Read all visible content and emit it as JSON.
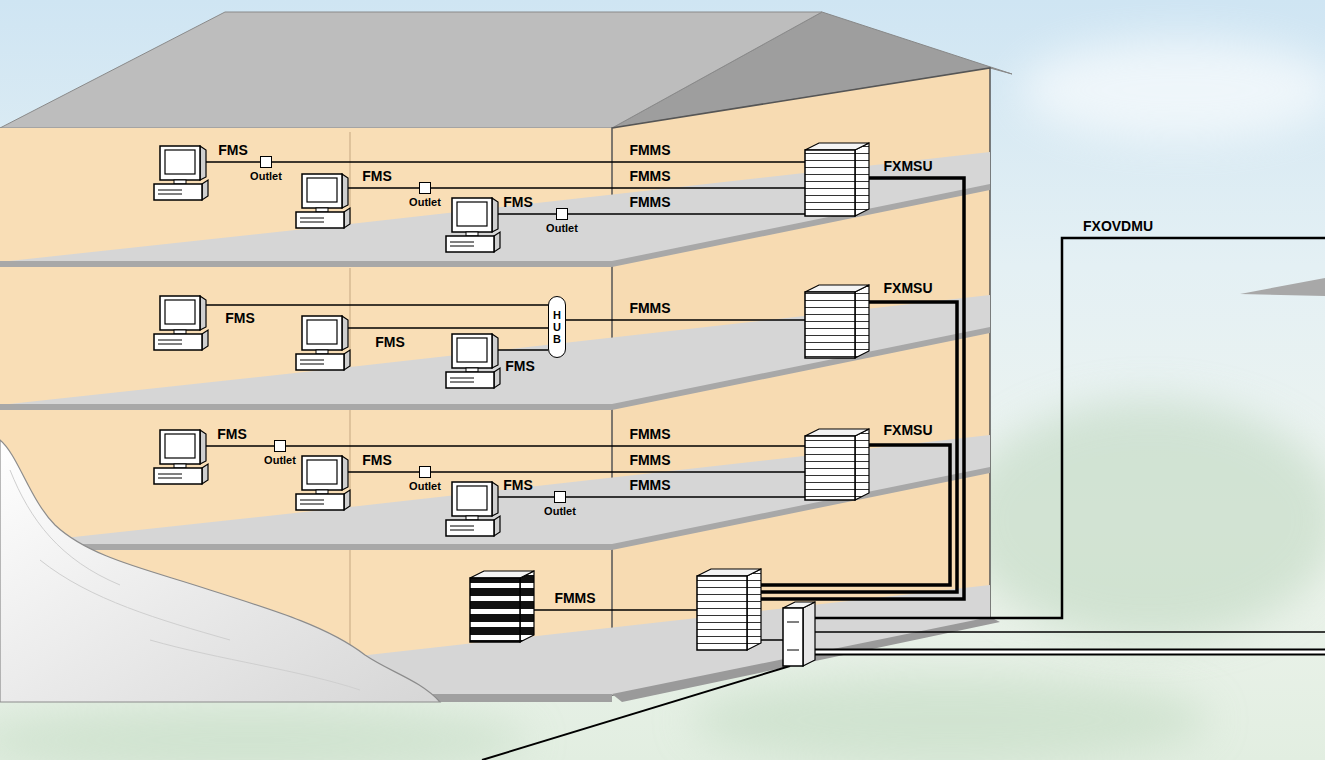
{
  "diagram": {
    "nodes": [
      {
        "text": [
          "Outlet"
        ]
      },
      {
        "text": [
          "Outlet"
        ]
      },
      {
        "text": [
          "Outlet"
        ]
      },
      {
        "text": [
          "HUB"
        ]
      },
      {
        "text": [
          "Outlet"
        ]
      },
      {
        "text": [
          "Outlet"
        ]
      },
      {
        "text": [
          "Outlet"
        ]
      }
    ],
    "labels": [
      "FMS",
      "FMMS",
      "FXMSU",
      "FMS",
      "FMMS",
      "FMS",
      "FMMS",
      "FXOVDMU",
      "FXMSU",
      "FMMS",
      "FMS",
      "FMS",
      "FMS",
      "FXMSU",
      "FMS",
      "FMMS",
      "FMS",
      "FMMS",
      "FMS",
      "FMMS",
      "FMMS"
    ]
  }
}
